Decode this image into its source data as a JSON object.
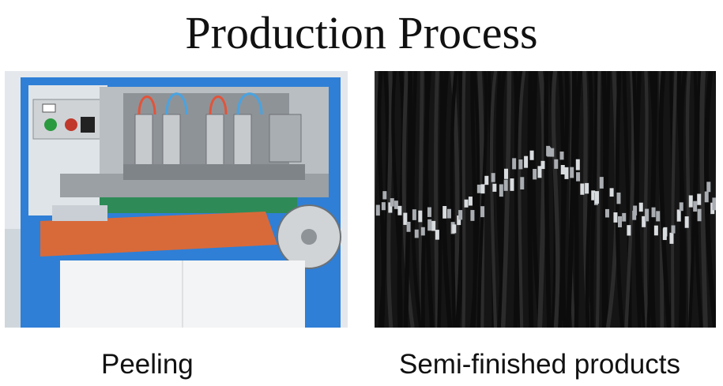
{
  "title": "Production Process",
  "panels": [
    {
      "caption": "Peeling",
      "image": "wire-peeling-machine-photo"
    },
    {
      "caption": "Semi-finished products",
      "image": "crimped-black-wires-bundle-photo"
    }
  ]
}
